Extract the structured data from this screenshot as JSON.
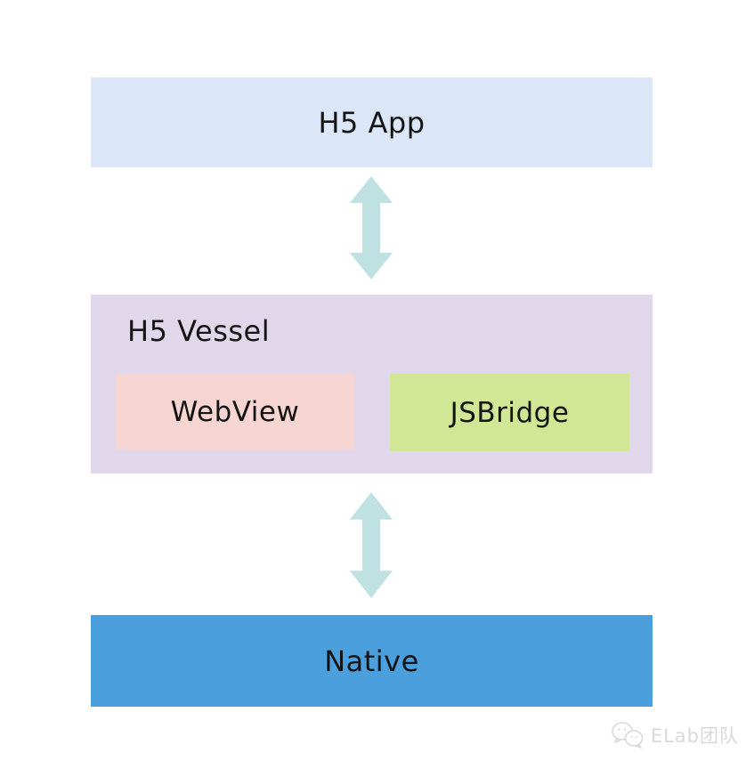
{
  "layers": {
    "app": {
      "label": "H5 App",
      "bg": "#dbe6f8"
    },
    "vessel": {
      "label": "H5 Vessel",
      "bg": "#e1d7ea",
      "children": {
        "webview": {
          "label": "WebView",
          "bg": "#f6d5d3"
        },
        "jsbridge": {
          "label": "JSBridge",
          "bg": "#d2e795"
        }
      }
    },
    "native": {
      "label": "Native",
      "bg": "#4a9fdc"
    }
  },
  "arrows": {
    "direction": "bidirectional-vertical",
    "count": 2,
    "color": "#c0e1e2"
  },
  "watermark": {
    "icon": "wechat-logo-icon",
    "text": "ELab团队",
    "color": "#d9d9d9"
  },
  "text_color": "#141414",
  "background": "#ffffff"
}
